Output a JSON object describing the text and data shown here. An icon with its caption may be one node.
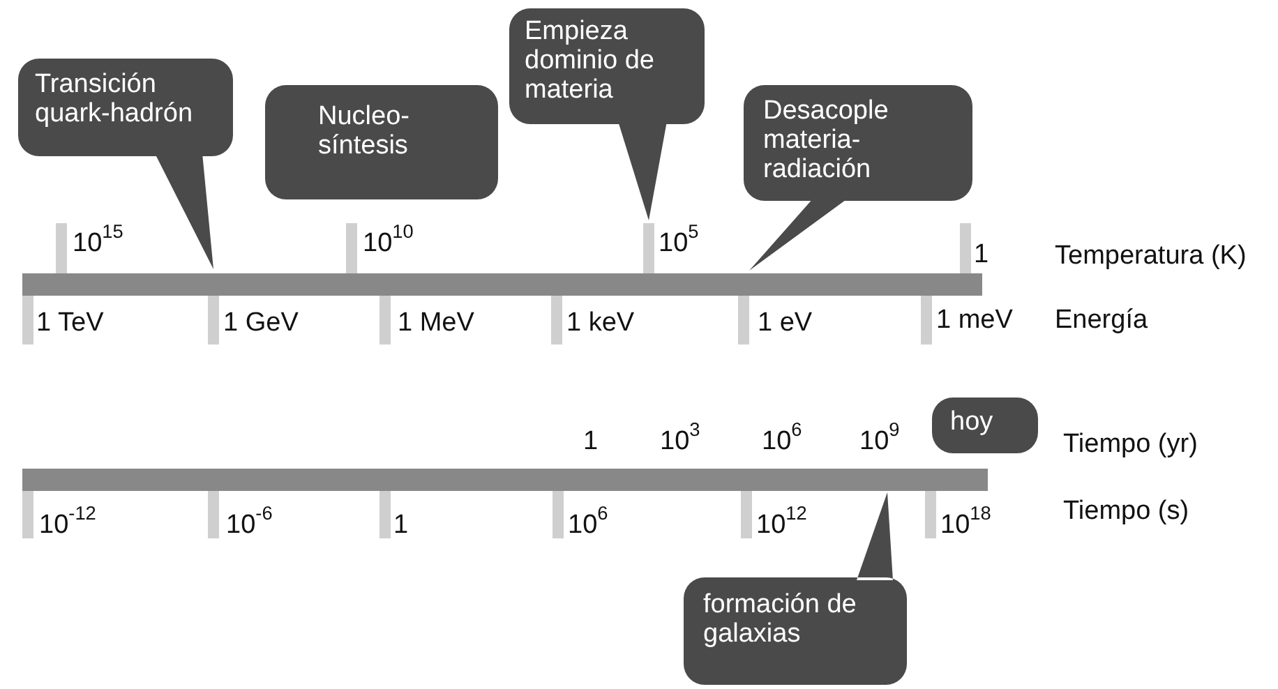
{
  "diagram": {
    "nodes": [
      {
        "text": [
          "Transición quark-hadrón"
        ]
      },
      {
        "text": [
          "Nucleo-síntesis"
        ]
      },
      {
        "text": [
          "Empieza dominio de materia"
        ]
      },
      {
        "text": [
          "Desacople materia-radiación"
        ]
      },
      {
        "text": [
          "hoy"
        ]
      },
      {
        "text": [
          "formación de galaxias"
        ]
      }
    ],
    "labels": [
      "10$^{15}$",
      "10$^{10}$",
      "10$^{5}$",
      "1",
      "Temperatura (K)",
      "1 TeV",
      "1 GeV",
      "1 MeV",
      "1 keV",
      "1 eV",
      "1 meV",
      "Energía",
      "1",
      "10$^{3}$",
      "10$^{6}$",
      "10$^{9}$",
      "Tiempo (yr)",
      "10$^{-12}$",
      "10$^{-6}$",
      "1",
      "10$^{6}$",
      "10$^{12}$",
      "10$^{18}$",
      "Tiempo (s)"
    ]
  }
}
